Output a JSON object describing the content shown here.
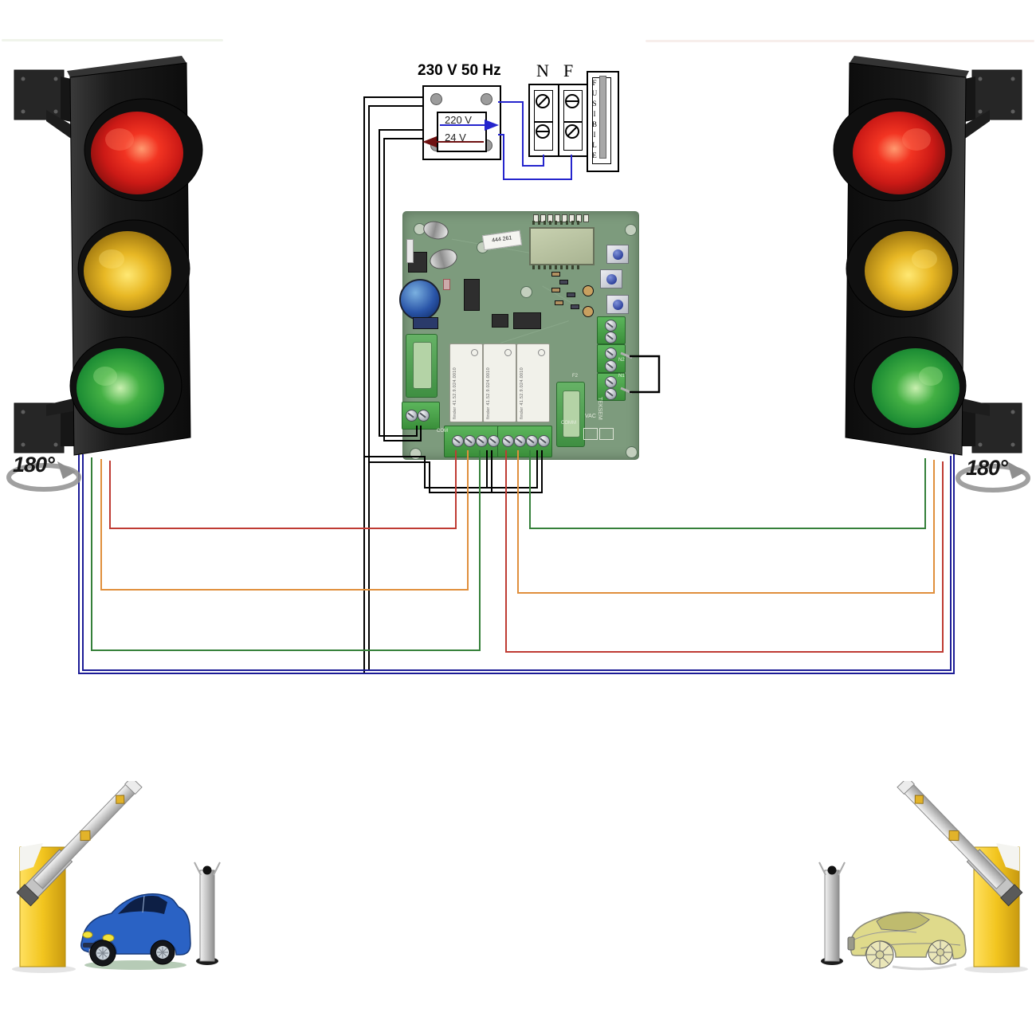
{
  "labels": {
    "power": "230 V 50 Hz",
    "primary": "220 V",
    "secondary": "24 V",
    "neutral": "N",
    "phase": "F",
    "fuse": "FUSIBILE",
    "rotation_left": "180°",
    "rotation_right": "180°"
  },
  "pcb": {
    "sticker_code": "444 261",
    "relay_label": "finder 41.52.9.024.0010",
    "fuse_label": "F2",
    "vac_label": "VAC",
    "comm_label": "COMM",
    "com_label": "COM",
    "terminal_n1": "N1",
    "terminal_n2": "N2",
    "brand": "TEKSEM"
  },
  "colors": {
    "wire_red": "#bf3b33",
    "wire_orange": "#e08f3c",
    "wire_green": "#35803a",
    "wire_navy": "#1c1c96",
    "wire_blue": "#2525cd",
    "wire_black": "#000000",
    "arrow_dark_red": "#6e1111",
    "pcb_green": "#7d9b7d",
    "terminal_green": "#46a046",
    "barrier_yellow": "#f2c51f",
    "traffic_red": "#d42a1e",
    "traffic_yellow": "#e8b825",
    "traffic_green": "#2f9e3f",
    "car_blue": "#2a62c4",
    "car_sketch_yellow": "#d8d272"
  }
}
